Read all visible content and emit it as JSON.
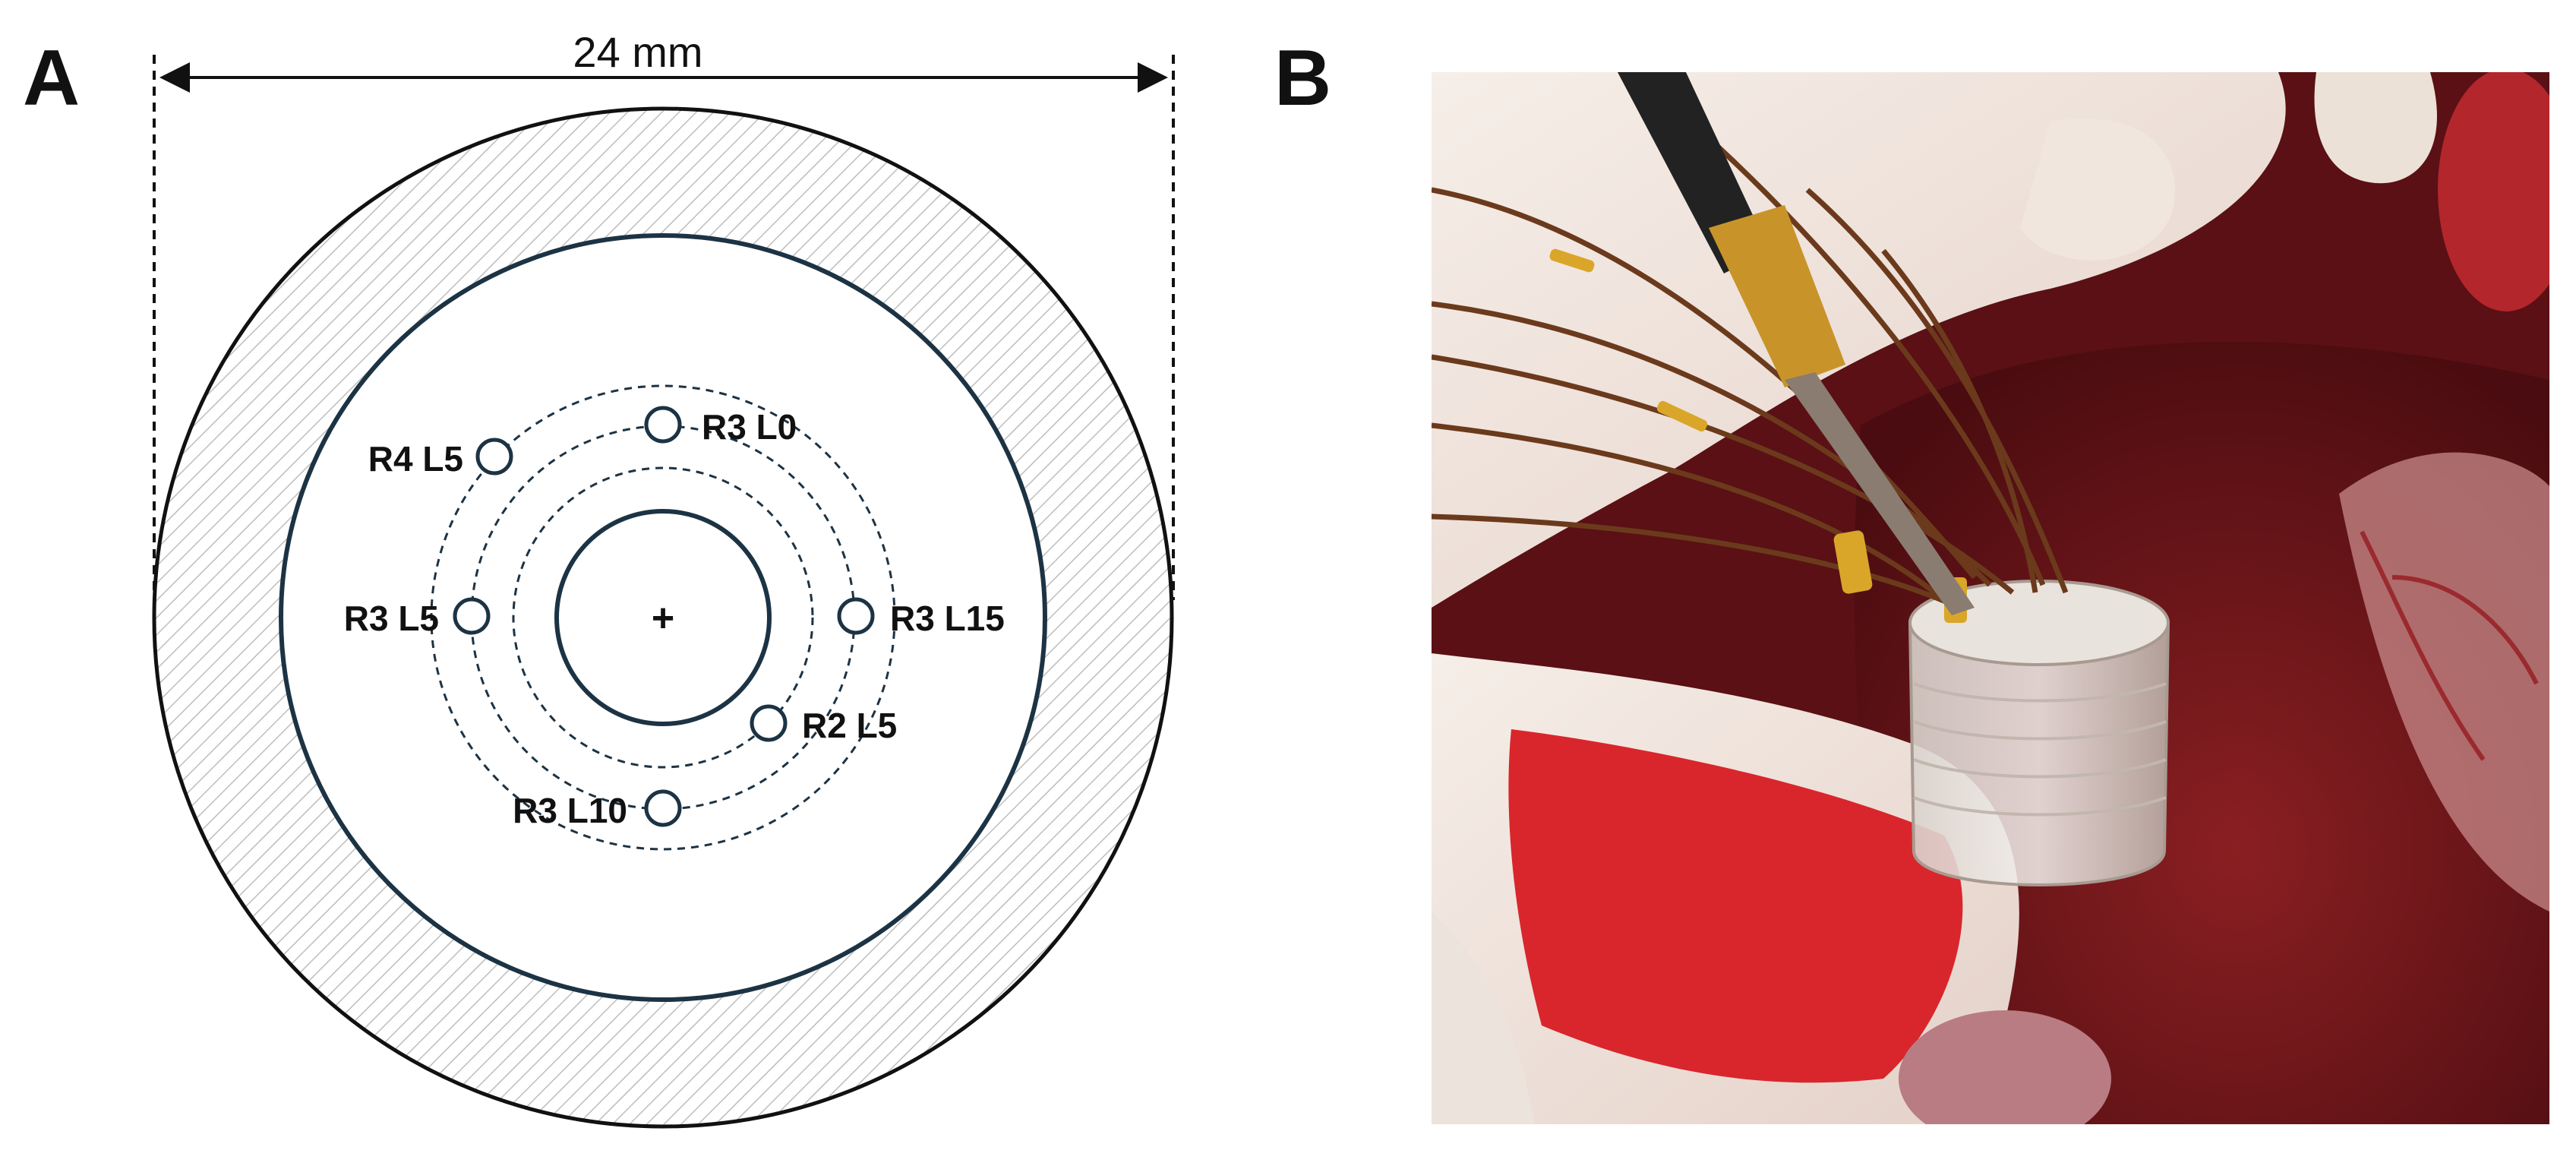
{
  "panels": {
    "a": {
      "label": "A"
    },
    "b": {
      "label": "B"
    }
  },
  "dimension": {
    "label": "24 mm"
  },
  "center_marker": "+",
  "probes": [
    {
      "id": "r3-l0",
      "label": "R3 L0"
    },
    {
      "id": "r4-l5",
      "label": "R4 L5"
    },
    {
      "id": "r3-l5",
      "label": "R3 L5"
    },
    {
      "id": "r3-l15",
      "label": "R3 L15"
    },
    {
      "id": "r2-l5",
      "label": "R2 L5"
    },
    {
      "id": "r3-l10",
      "label": "R3 L10"
    }
  ],
  "colors": {
    "outline": "#111111",
    "ring": "#1c3344",
    "hatch": "#bdbdbd",
    "photo_tissue": "#7a1a1c",
    "photo_gauze": "#efe3dc",
    "photo_blood": "#d8262c",
    "photo_wire": "#6b3a1c",
    "photo_gold": "#d9a62a"
  }
}
